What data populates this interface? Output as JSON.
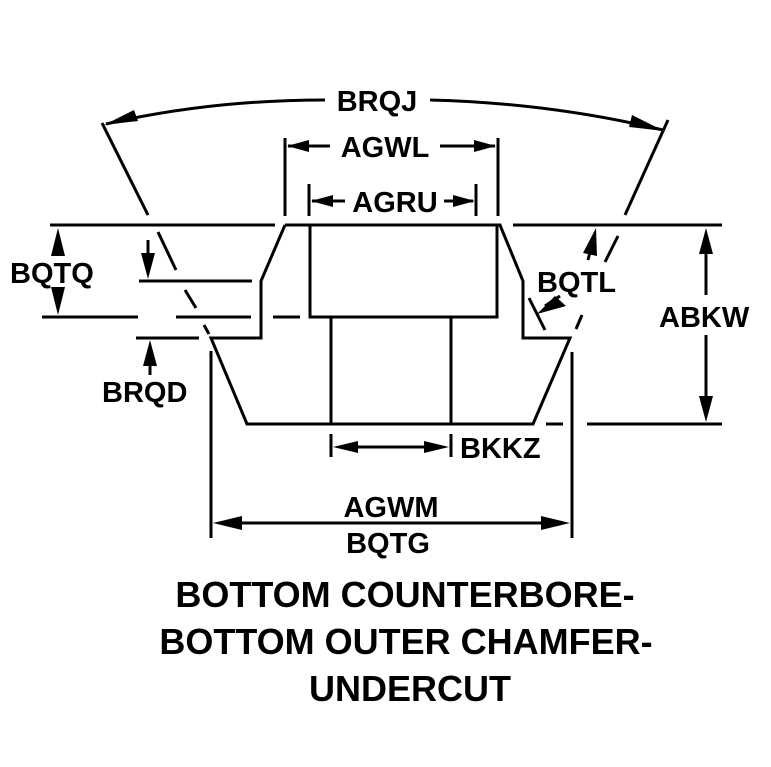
{
  "diagram": {
    "type": "engineering-dimension-drawing",
    "stroke_color": "#000000",
    "background_color": "#ffffff",
    "dimension_labels": {
      "brqj": "BRQJ",
      "agwl": "AGWL",
      "agru": "AGRU",
      "bqtq": "BQTQ",
      "bqtl": "BQTL",
      "abkw": "ABKW",
      "brqd": "BRQD",
      "bkkz": "BKKZ",
      "agwm": "AGWM",
      "bqtg": "BQTG"
    },
    "title_lines": [
      "BOTTOM COUNTERBORE-",
      "BOTTOM OUTER CHAMFER-",
      "UNDERCUT"
    ]
  }
}
